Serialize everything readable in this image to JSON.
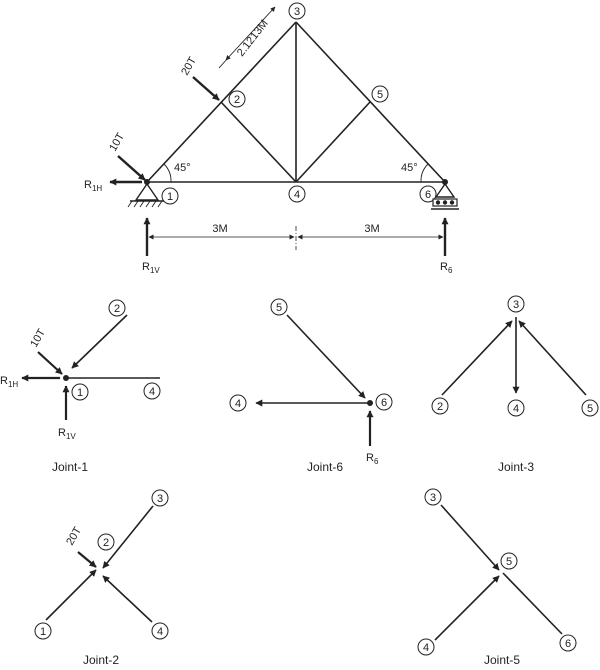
{
  "truss": {
    "nodes": {
      "n1": "1",
      "n2": "2",
      "n3": "3",
      "n4": "4",
      "n5": "5",
      "n6": "6"
    },
    "member_length_label": "2.1213M",
    "load_20": "20T",
    "load_10": "10T",
    "angle_left": "45°",
    "angle_right": "45°",
    "span_left": "3M",
    "span_right": "3M",
    "reaction_h": {
      "base": "R",
      "sub": "1H"
    },
    "reaction_v": {
      "base": "R",
      "sub": "1V"
    },
    "reaction_6": {
      "base": "R",
      "sub": "6"
    }
  },
  "fbd": {
    "joint1": {
      "caption": "Joint-1",
      "nodes": {
        "a": "2",
        "b": "1",
        "c": "4"
      },
      "load": "10T",
      "rh": {
        "base": "R",
        "sub": "1H"
      },
      "rv": {
        "base": "R",
        "sub": "1V"
      }
    },
    "joint6": {
      "caption": "Joint-6",
      "nodes": {
        "a": "5",
        "b": "4",
        "c": "6"
      },
      "r6": {
        "base": "R",
        "sub": "6"
      }
    },
    "joint3": {
      "caption": "Joint-3",
      "nodes": {
        "a": "3",
        "b": "2",
        "c": "4",
        "d": "5"
      }
    },
    "joint2": {
      "caption": "Joint-2",
      "nodes": {
        "a": "3",
        "b": "2",
        "c": "1",
        "d": "4"
      },
      "load": "20T"
    },
    "joint5": {
      "caption": "Joint-5",
      "nodes": {
        "a": "3",
        "b": "5",
        "c": "4",
        "d": "6"
      }
    }
  }
}
